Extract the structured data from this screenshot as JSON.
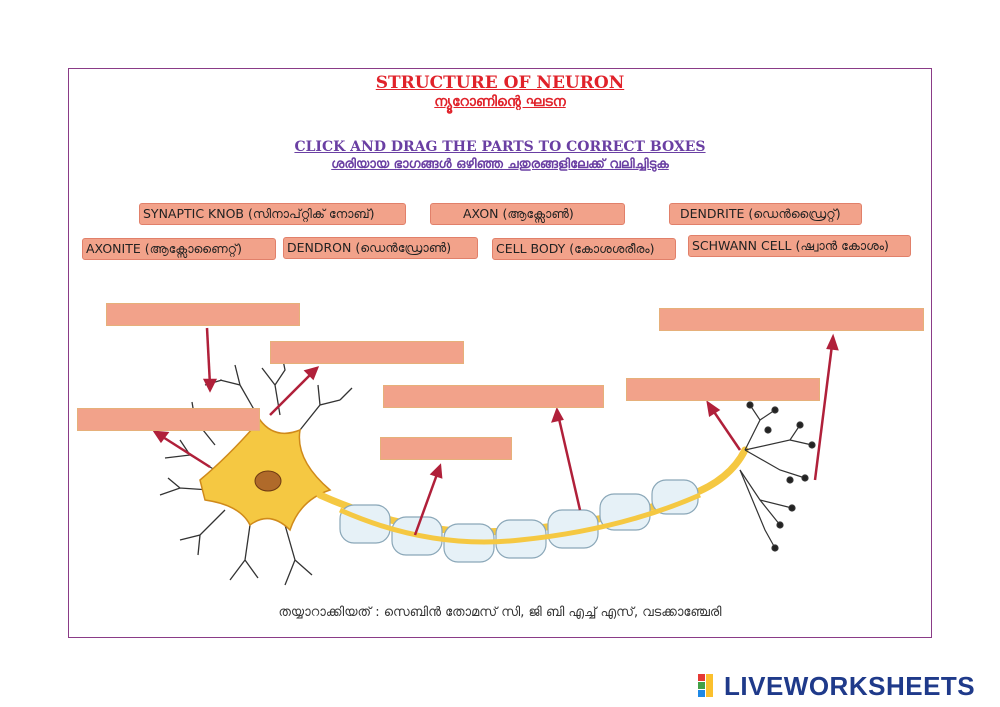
{
  "title": {
    "main_en": "STRUCTURE OF NEURON",
    "main_ml": "ന്യൂറോണിന്റെ ഘടന",
    "instruction_en": "CLICK AND DRAG THE PARTS TO CORRECT BOXES",
    "instruction_ml": "ശരിയായ ഭാഗങ്ങൾ ഒഴിഞ്ഞ ചതുരങ്ങളിലേക്ക് വലിച്ചിടുക"
  },
  "draggables": [
    {
      "label": "SYNAPTIC KNOB (സിനാപ്റ്റിക് നോബ്)"
    },
    {
      "label": "AXON (ആക്സോൺ)"
    },
    {
      "label": "DENDRITE (ഡെൻഡ്രൈറ്റ്)"
    },
    {
      "label": "AXONITE (ആക്സോണൈറ്റ്)"
    },
    {
      "label": "DENDRON (ഡെൻഡ്രോൺ)"
    },
    {
      "label": "CELL BODY (കോശശരീരം)"
    },
    {
      "label": "SCHWANN CELL (ഷ്വാൻ കോശം)"
    }
  ],
  "drop_boxes": [
    {
      "value": ""
    },
    {
      "value": ""
    },
    {
      "value": ""
    },
    {
      "value": ""
    },
    {
      "value": ""
    },
    {
      "value": ""
    },
    {
      "value": ""
    }
  ],
  "credit": "തയ്യാറാക്കിയത് : സെബിൻ തോമസ് സി, ജി ബി എച്ച് എസ്, വടക്കാഞ്ചേരി",
  "brand": {
    "name": "LIVEWORKSHEETS"
  },
  "colors": {
    "border": "#8a3b87",
    "title_red": "#e0222a",
    "title_purple": "#6a3fa3",
    "box_fill": "#f2a28a",
    "arrow": "#b0203a",
    "neuron_yellow": "#f5c842",
    "brand_blue": "#1f3a8a"
  },
  "icons": {
    "brand_logo": "liveworksheets-logo-icon"
  }
}
